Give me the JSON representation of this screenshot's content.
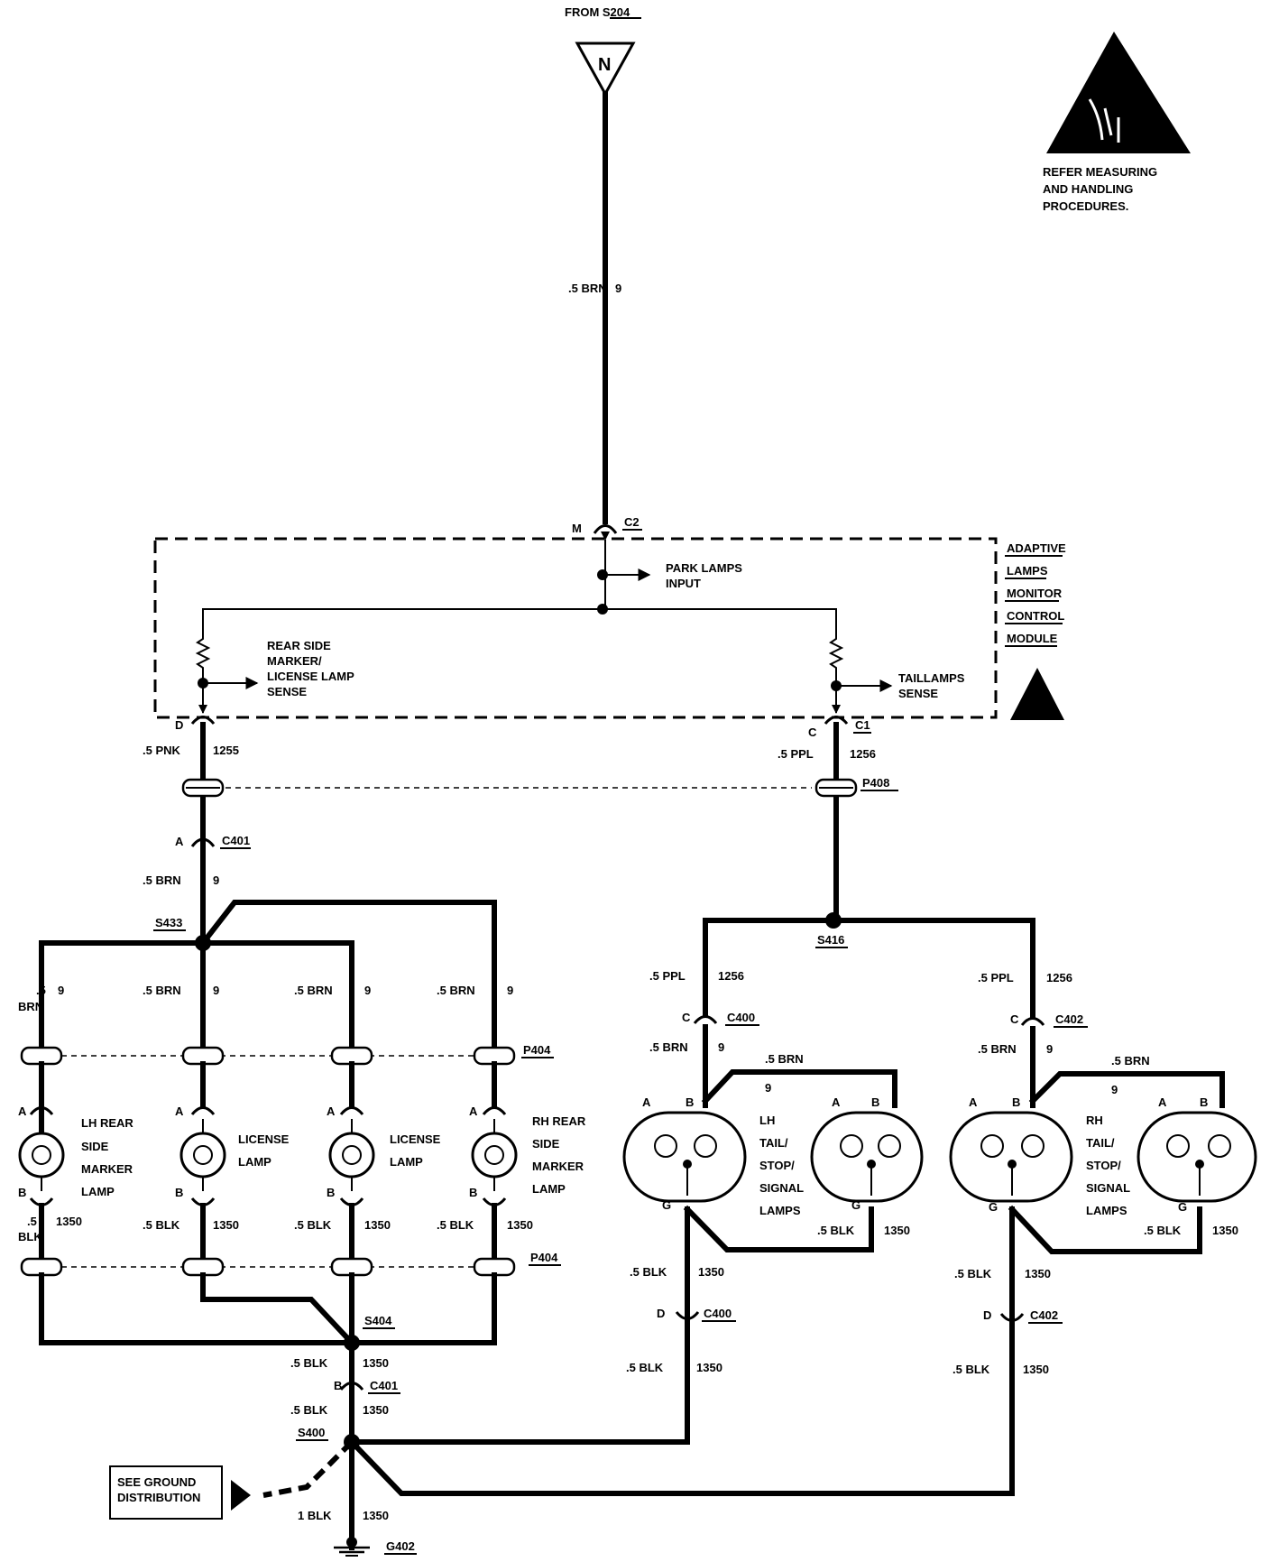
{
  "header": {
    "source": "FROM S204",
    "flag": "N"
  },
  "esd": {
    "note_1": "REFER MEASURING",
    "note_2": "AND HANDLING",
    "note_3": "PROCEDURES."
  },
  "feed": {
    "wire": ".5 BRN",
    "circuit": "9"
  },
  "module": {
    "name_1": "ADAPTIVE",
    "name_2": "LAMPS",
    "name_3": "MONITOR",
    "name_4": "CONTROL",
    "name_5": "MODULE",
    "conn_top_pin": "M",
    "conn_top": "C2",
    "park_input_1": "PARK LAMPS",
    "park_input_2": "INPUT",
    "rear_sense_1": "REAR SIDE",
    "rear_sense_2": "MARKER/",
    "rear_sense_3": "LICENSE LAMP",
    "rear_sense_4": "SENSE",
    "tail_sense_1": "TAILLAMPS",
    "tail_sense_2": "SENSE",
    "pin_d": "D",
    "pin_c": "C",
    "conn_c1": "C1"
  },
  "left_branch": {
    "wire_pnk": ".5 PNK",
    "circ_1255": "1255",
    "pin_a": "A",
    "conn_c401": "C401",
    "wire_brn": ".5 BRN",
    "circ_9": "9",
    "splice_s433": "S433",
    "brn_5": ".5",
    "brn_word": "BRN",
    "p404": "P404",
    "p404b": "P404",
    "s404": "S404",
    "blk_5": ".5",
    "blk_word": "BLK",
    "circ_1350": "1350",
    "wire_blk": ".5 BLK",
    "pin_b": "B"
  },
  "lamps_left": [
    {
      "l1": "LH REAR",
      "l2": "SIDE",
      "l3": "MARKER",
      "l4": "LAMP"
    },
    {
      "l1": "LICENSE",
      "l2": "LAMP"
    },
    {
      "l1": "LICENSE",
      "l2": "LAMP"
    },
    {
      "l1": "RH REAR",
      "l2": "SIDE",
      "l3": "MARKER",
      "l4": "LAMP"
    }
  ],
  "right_branch": {
    "wire_ppl": ".5 PPL",
    "circ_1256": "1256",
    "p408": "P408",
    "splice_s416": "S416",
    "conn_c400": "C400",
    "conn_c402": "C402",
    "pin_c": "C",
    "pin_d": "D",
    "pin_g": "G",
    "pin_a": "A",
    "pin_b": "B",
    "wire_brn": ".5 BRN",
    "circ_9": "9",
    "wire_blk": ".5 BLK",
    "circ_1350": "1350"
  },
  "lamps_right": [
    {
      "l1": "LH",
      "l2": "TAIL/",
      "l3": "STOP/",
      "l4": "SIGNAL",
      "l5": "LAMPS"
    },
    {
      "l1": "RH",
      "l2": "TAIL/",
      "l3": "STOP/",
      "l4": "SIGNAL",
      "l5": "LAMPS"
    }
  ],
  "ground": {
    "conn_c401": "C401",
    "pin_b": "B",
    "wire_blk": ".5 BLK",
    "circ_1350": "1350",
    "splice_s400": "S400",
    "see_1": "SEE GROUND",
    "see_2": "DISTRIBUTION",
    "wire_1blk": "1 BLK",
    "g402": "G402"
  }
}
